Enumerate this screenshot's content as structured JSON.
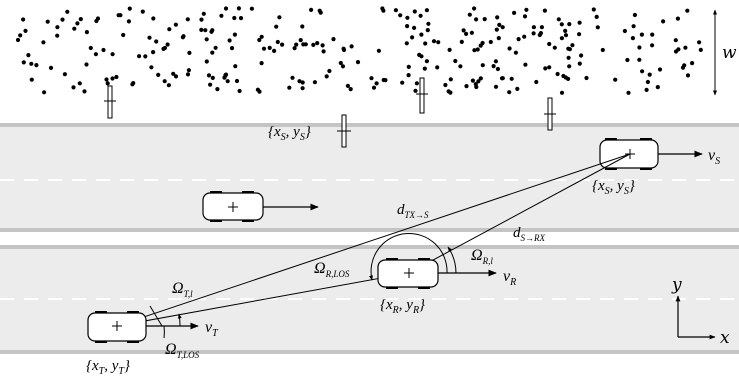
{
  "diagram": {
    "scatterer_width_label": "w",
    "static_scatterer_pos": {
      "base": "{x",
      "sub_x": "S",
      "mid": ", y",
      "sub_y": "S",
      "tail": "}"
    },
    "moving_scatterer": {
      "velocity": {
        "base": "v",
        "sub": "S"
      },
      "pos": {
        "base": "{x",
        "sub_x": "S",
        "mid": ", y",
        "sub_y": "S",
        "tail": "}"
      }
    },
    "distance_tx_scatterer": {
      "base": "d",
      "sub": "TX→S"
    },
    "distance_scatterer_rx": {
      "base": "d",
      "sub": "S→RX"
    },
    "receiver": {
      "angle_los": {
        "base": "Ω",
        "sub": "R,LOS"
      },
      "angle_l": {
        "base": "Ω",
        "sub": "R,l"
      },
      "velocity": {
        "base": "v",
        "sub": "R"
      },
      "pos": {
        "base": "{x",
        "sub_x": "R",
        "mid": ", y",
        "sub_y": "R",
        "tail": "}"
      }
    },
    "transmitter": {
      "angle_l": {
        "base": "Ω",
        "sub": "T,l"
      },
      "angle_los": {
        "base": "Ω",
        "sub": "T,LOS"
      },
      "velocity": {
        "base": "v",
        "sub": "T"
      },
      "pos": {
        "base": "{x",
        "sub_x": "T",
        "mid": ", y",
        "sub_y": "T",
        "tail": "}"
      }
    },
    "axis": {
      "y": "y",
      "x": "x"
    }
  },
  "colors": {
    "road": "#ececec",
    "road_edge": "#b8b8b8",
    "lane_mark": "#ffffff",
    "ink": "#000000"
  }
}
